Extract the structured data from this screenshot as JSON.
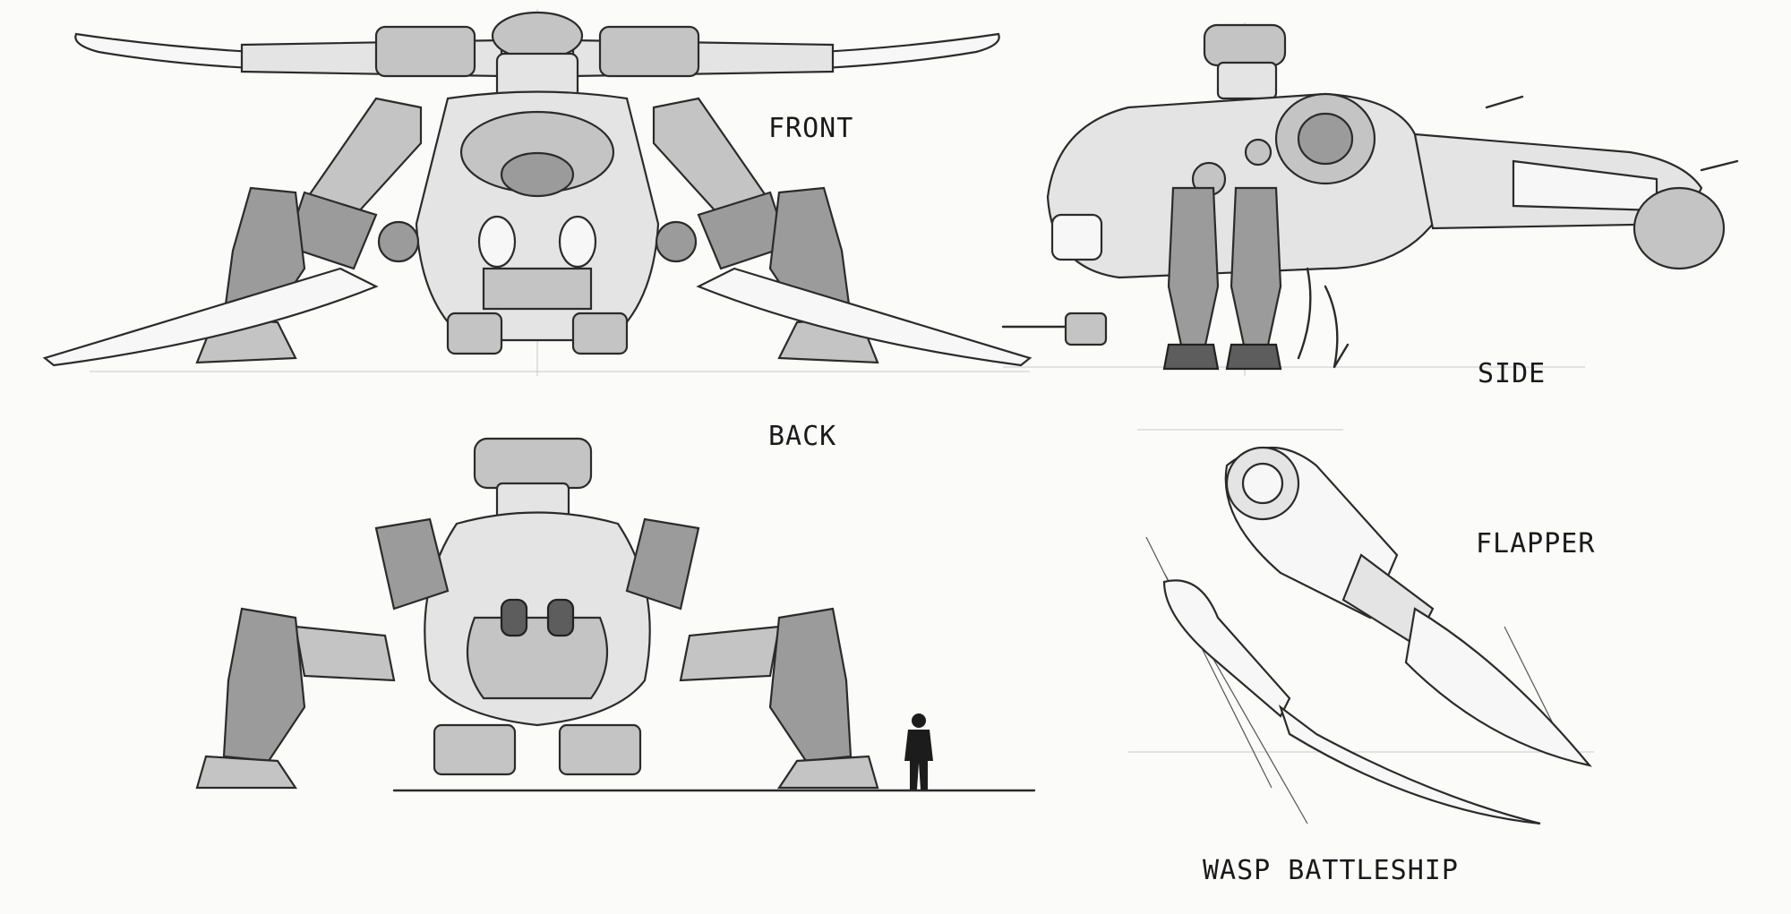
{
  "labels": {
    "front": "FRONT",
    "side": "SIDE",
    "back": "BACK",
    "flapper": "FLAPPER",
    "title": "WASP BATTLESHIP"
  }
}
